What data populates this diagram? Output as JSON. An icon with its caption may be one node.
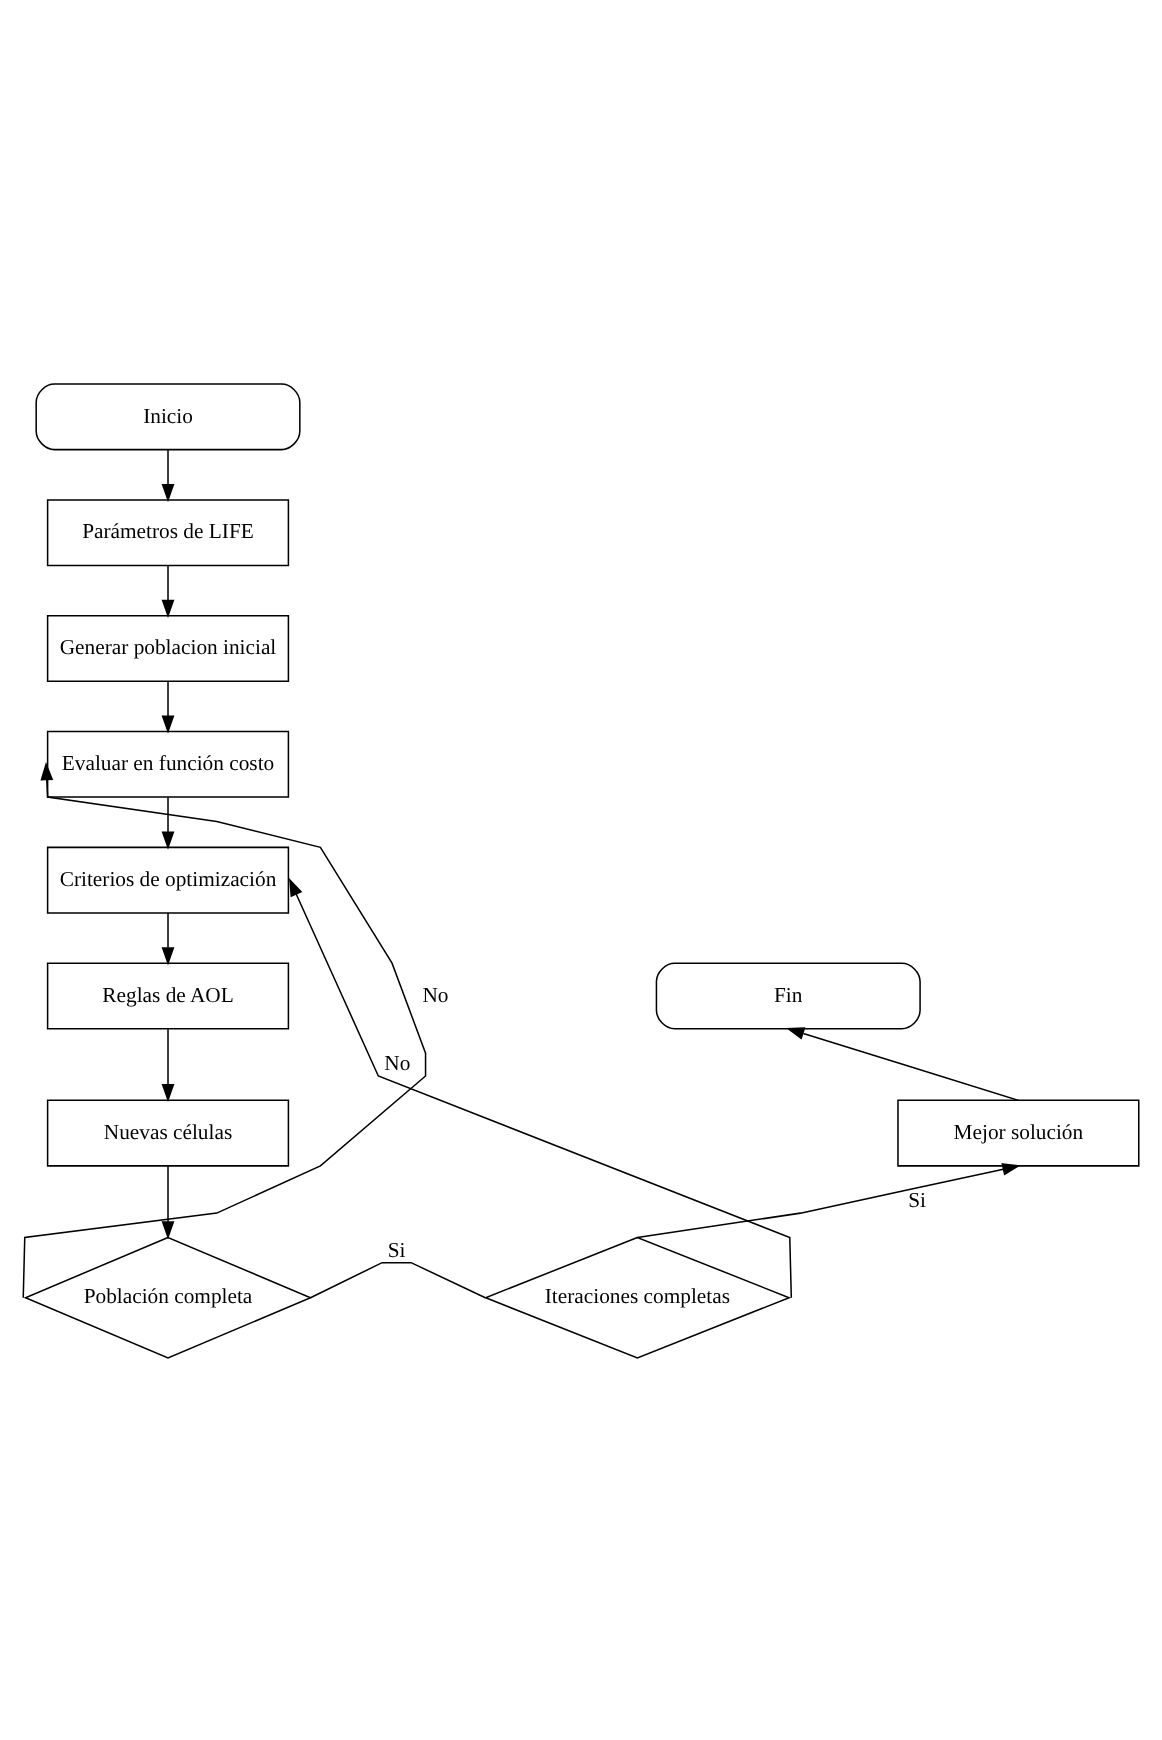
{
  "diagram": {
    "nodes": [
      {
        "text": [
          "Inicio"
        ]
      },
      {
        "text": [
          "Parámetros de LIFE"
        ]
      },
      {
        "text": [
          "Generar poblacion inicial"
        ]
      },
      {
        "text": [
          "Evaluar en función costo"
        ]
      },
      {
        "text": [
          "Criterios de optimización"
        ]
      },
      {
        "text": [
          "Reglas de AOL"
        ]
      },
      {
        "text": [
          "Nuevas células"
        ]
      },
      {
        "text": [
          "Población completa"
        ]
      },
      {
        "text": [
          "Iteraciones completas"
        ]
      },
      {
        "text": [
          "Mejor solución"
        ]
      },
      {
        "text": [
          "Fin"
        ]
      }
    ],
    "edges": [
      {
        "from": 0,
        "to": 1,
        "arrow": "to"
      },
      {
        "from": 1,
        "to": 2,
        "arrow": "to"
      },
      {
        "from": 2,
        "to": 3,
        "arrow": "to"
      },
      {
        "from": 3,
        "to": 4,
        "arrow": "to"
      },
      {
        "from": 4,
        "to": 5,
        "arrow": "to"
      },
      {
        "from": 5,
        "to": 6,
        "arrow": "to"
      },
      {
        "from": 6,
        "to": 7,
        "arrow": "to"
      },
      {
        "from": 7,
        "to": 3,
        "arrow": "to",
        "label": "No"
      },
      {
        "from": 7,
        "to": 8,
        "arrow": "none",
        "label": "Si"
      },
      {
        "from": 8,
        "to": 9,
        "arrow": "to",
        "label": "Si"
      },
      {
        "from": 9,
        "to": 10,
        "arrow": "to"
      },
      {
        "from": 8,
        "to": 4,
        "arrow": "to",
        "label": "No"
      }
    ]
  }
}
